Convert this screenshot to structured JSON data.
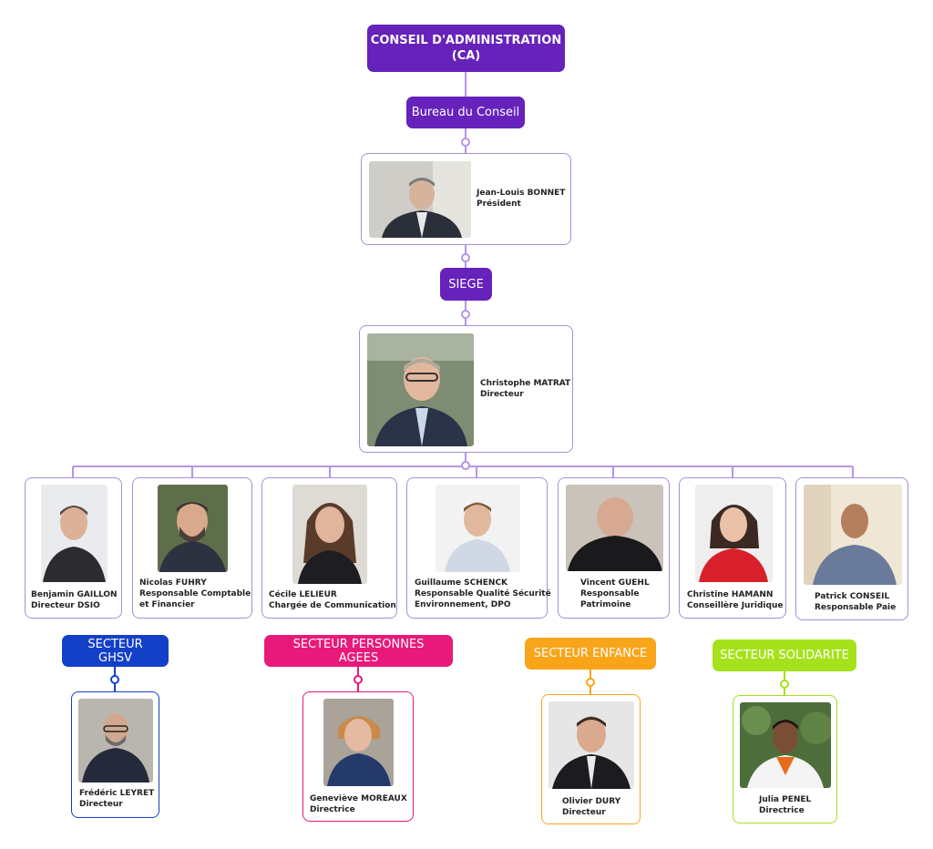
{
  "top": {
    "ca_label_1": "CONSEIL D'ADMINISTRATION",
    "ca_label_2": "(CA)",
    "bureau_label": "Bureau du Conseil",
    "siege_label": "SIEGE"
  },
  "president": {
    "name": "Jean-Louis BONNET",
    "role": "Président"
  },
  "director": {
    "name": "Christophe MATRAT",
    "role": "Directeur"
  },
  "staff": [
    {
      "name": "Benjamin GAILLON",
      "role": [
        "Directeur DSIO"
      ]
    },
    {
      "name": "Nicolas FUHRY",
      "role": [
        "Responsable Comptable",
        "et Financier"
      ]
    },
    {
      "name": "Cécile LELIEUR",
      "role": [
        "Chargée de Communication"
      ]
    },
    {
      "name": "Guillaume SCHENCK",
      "role": [
        "Responsable Qualité Sécurité",
        "Environnement, DPO"
      ]
    },
    {
      "name": "Vincent GUEHL",
      "role": [
        "Responsable",
        "Patrimoine"
      ]
    },
    {
      "name": "Christine HAMANN",
      "role": [
        "Conseillère Juridique"
      ]
    },
    {
      "name": "Patrick CONSEIL",
      "role": [
        "Responsable Paie"
      ]
    }
  ],
  "sectors": [
    {
      "label": "SECTEUR GHSV",
      "color": "#1440c8",
      "person": {
        "name": "Frédéric LEYRET",
        "role": "Directeur"
      }
    },
    {
      "label": "SECTEUR PERSONNES AGEES",
      "color": "#e8197a",
      "person": {
        "name": "Geneviève MOREAUX",
        "role": "Directrice"
      }
    },
    {
      "label": "SECTEUR ENFANCE",
      "color": "#f9a51a",
      "person": {
        "name": "Olivier DURY",
        "role": "Directeur"
      }
    },
    {
      "label": "SECTEUR SOLIDARITE",
      "color": "#a5e21c",
      "person": {
        "name": "Julia PENEL",
        "role": "Directrice"
      }
    }
  ],
  "colors": {
    "primary": "#6622bb",
    "connector": "#b596e6",
    "card_border": "#a98ee0"
  }
}
